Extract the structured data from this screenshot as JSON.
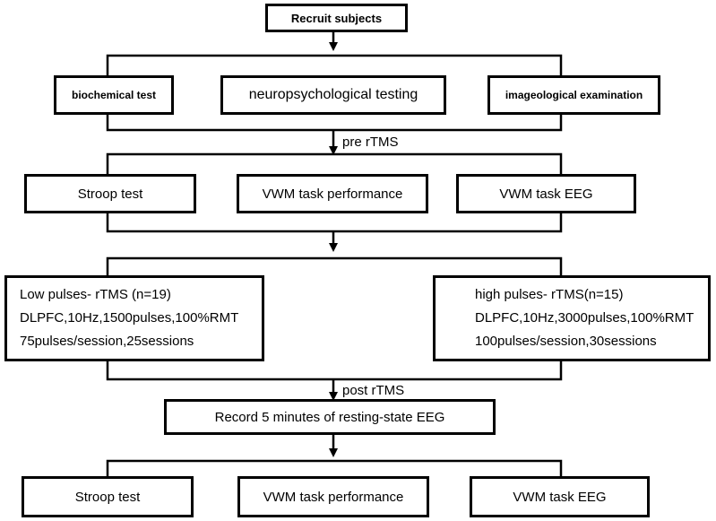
{
  "boxes": {
    "recruit": "Recruit subjects",
    "biochemical": "biochemical test",
    "neuropsych": "neuropsychological testing",
    "imageological": "imageological examination",
    "pre_stroop": "Stroop test",
    "pre_vwm_perf": "VWM task performance",
    "pre_vwm_eeg": "VWM task EEG",
    "low_pulses": {
      "line1": "Low pulses- rTMS (n=19)",
      "line2": "DLPFC,10Hz,1500pulses,100%RMT",
      "line3": "75pulses/session,25sessions"
    },
    "high_pulses": {
      "line1": "high pulses- rTMS(n=15)",
      "line2": "DLPFC,10Hz,3000pulses,100%RMT",
      "line3": "100pulses/session,30sessions"
    },
    "resting_eeg": "Record 5 minutes of resting-state EEG",
    "post_stroop": "Stroop test",
    "post_vwm_perf": "VWM task performance",
    "post_vwm_eeg": "VWM task EEG"
  },
  "labels": {
    "pre": "pre rTMS",
    "post": "post rTMS"
  }
}
